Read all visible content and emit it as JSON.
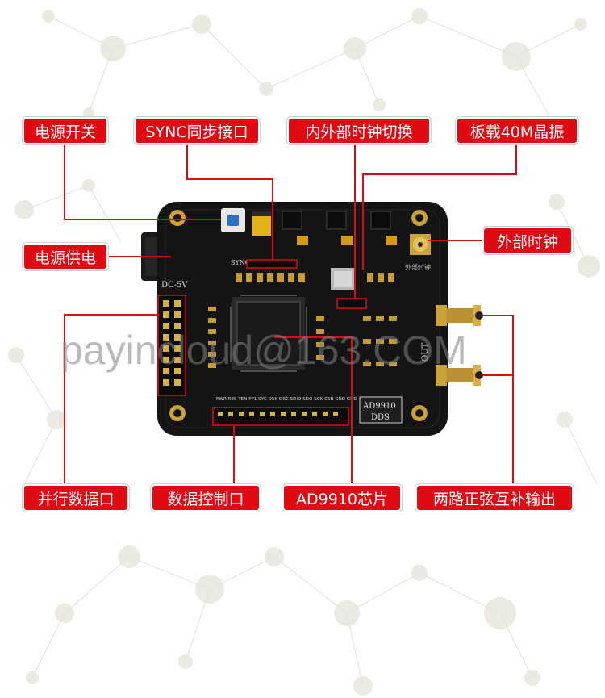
{
  "colors": {
    "label_bg": "#e00a12",
    "label_text": "#ffffff",
    "board": "#141414",
    "leader": "#e00a12",
    "gold": "#c9a23a"
  },
  "labels": {
    "power_switch": "电源开关",
    "sync_port": "SYNC同步接口",
    "clock_switch": "内外部时钟切换",
    "onboard_osc": "板载40M晶振",
    "power_supply": "电源供电",
    "external_clock": "外部时钟",
    "parallel_port": "并行数据口",
    "control_port": "数据控制口",
    "chip": "AD9910芯片",
    "dual_output": "两路正弦互补输出"
  },
  "board_text": {
    "dc": "DC-5V",
    "sync": "SYNC",
    "model": "AD9910",
    "dds": "DDS",
    "out": "OUT",
    "ext_clk": "外部时钟",
    "pin_row": "PWR RES TEN PF1 SYC OSK DRC SDIO SDO SCK CSB GND GND"
  },
  "watermark": "payincloud@163.COM"
}
